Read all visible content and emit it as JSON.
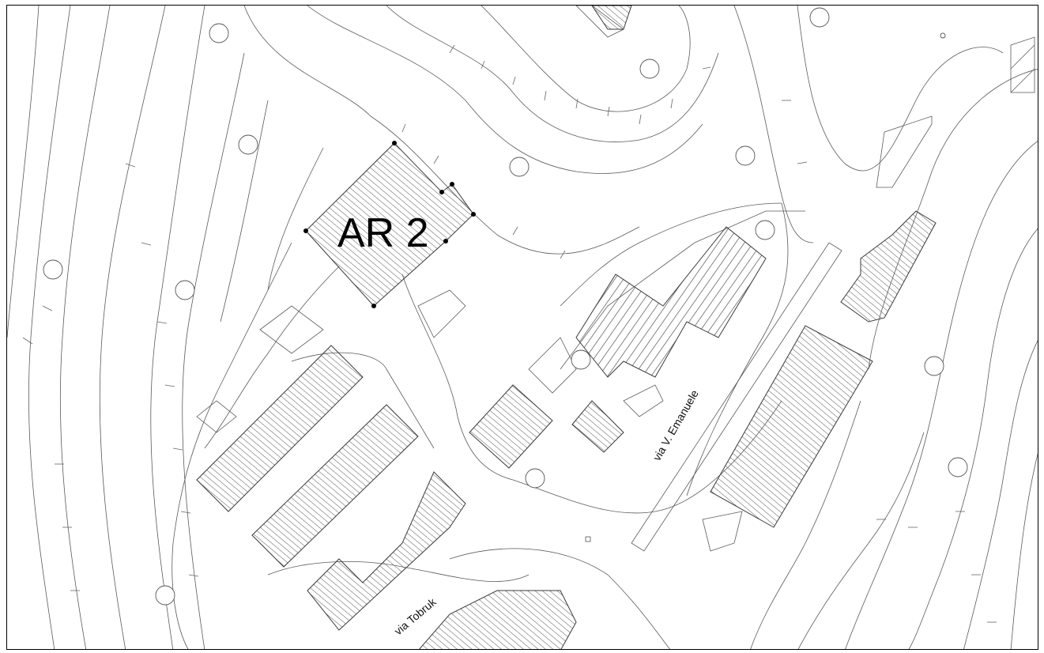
{
  "map": {
    "area_label": "AR 2",
    "highlight_color": "#e00000",
    "streets": [
      {
        "name": "via V. Emanuele"
      },
      {
        "name": "via Tobruk"
      }
    ]
  }
}
